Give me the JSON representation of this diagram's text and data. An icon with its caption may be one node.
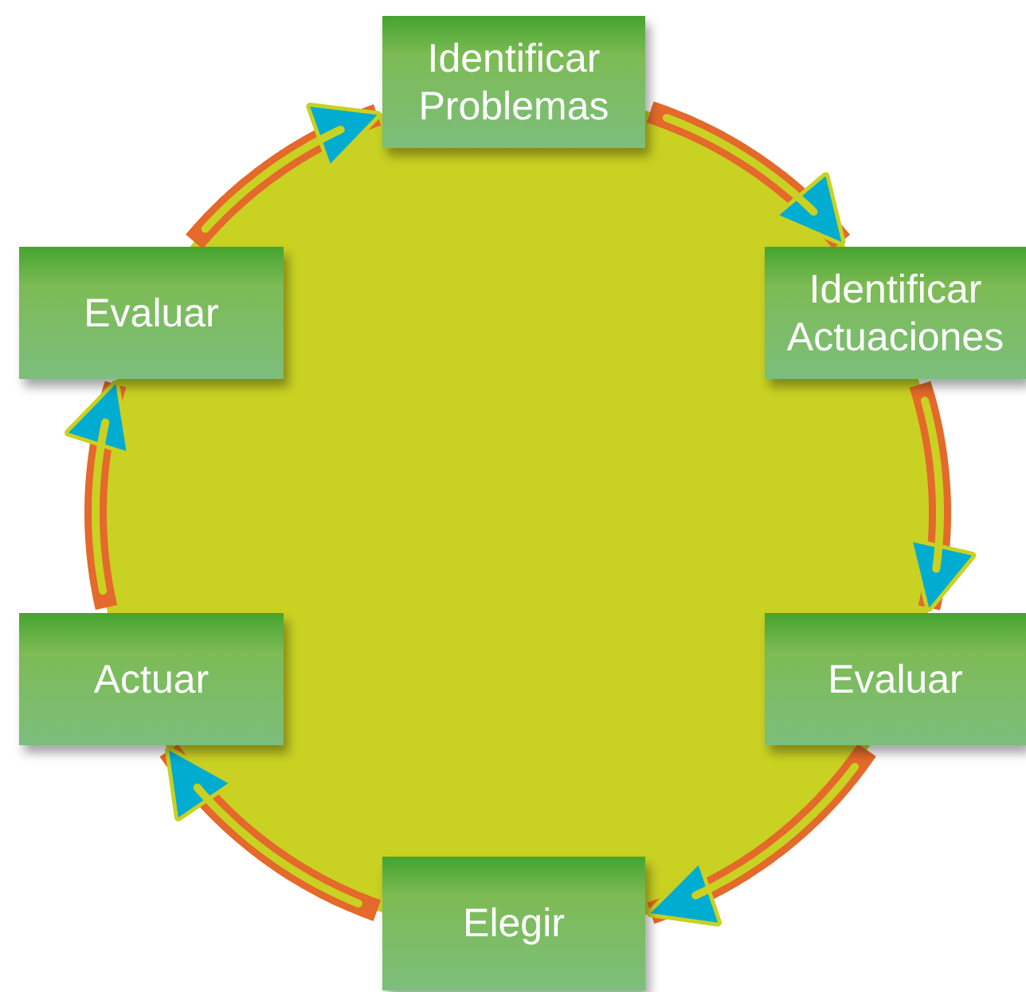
{
  "diagram": {
    "nodes": [
      {
        "text": [
          "Identificar Problemas"
        ]
      },
      {
        "text": [
          "Identificar Actuaciones"
        ]
      },
      {
        "text": [
          "Evaluar"
        ]
      },
      {
        "text": [
          "Elegir"
        ]
      },
      {
        "text": [
          "Actuar"
        ]
      },
      {
        "text": [
          "Evaluar"
        ]
      }
    ],
    "edges": [
      {
        "from": 0,
        "to": 1,
        "arrow": "to"
      },
      {
        "from": 1,
        "to": 2,
        "arrow": "to"
      },
      {
        "from": 2,
        "to": 3,
        "arrow": "to"
      },
      {
        "from": 3,
        "to": 4,
        "arrow": "to"
      },
      {
        "from": 4,
        "to": 5,
        "arrow": "to"
      },
      {
        "from": 5,
        "to": 0,
        "arrow": "to"
      }
    ]
  }
}
